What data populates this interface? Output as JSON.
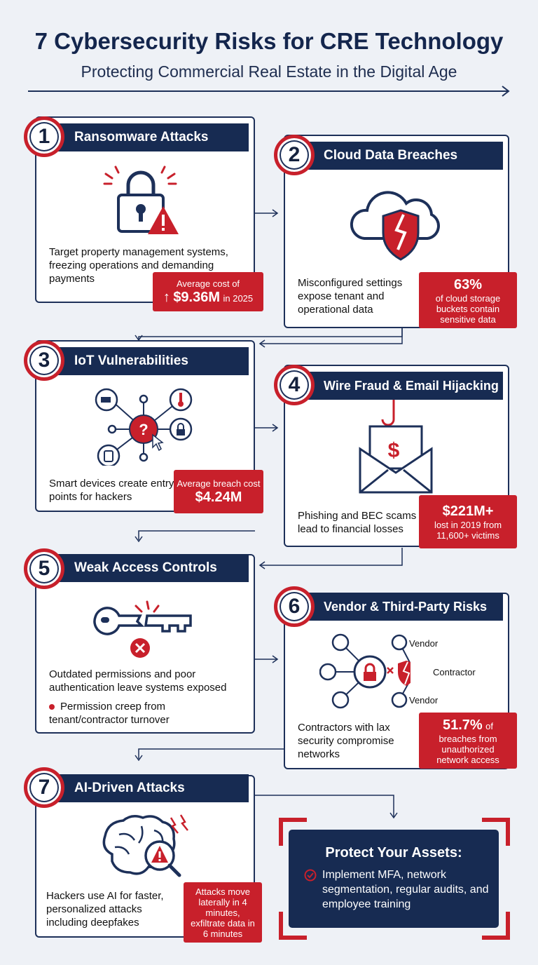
{
  "header": {
    "title": "7 Cybersecurity Risks for CRE Technology",
    "subtitle": "Protecting Commercial Real Estate in the Digital Age"
  },
  "colors": {
    "navy": "#172b52",
    "red": "#c8202b",
    "background": "#eef1f6"
  },
  "risks": [
    {
      "number": "1",
      "title": "Ransomware Attacks",
      "icon": "padlock-warning-icon",
      "description": "Target property management systems, freezing operations and demanding payments",
      "stat_label": "Average cost of",
      "stat_value": "$9.36M",
      "stat_suffix": "in 2025"
    },
    {
      "number": "2",
      "title": "Cloud Data Breaches",
      "icon": "cloud-broken-shield-icon",
      "description": "Misconfigured settings expose tenant and operational data",
      "stat_value": "63%",
      "stat_label": "of cloud storage buckets contain sensitive data"
    },
    {
      "number": "3",
      "title": "IoT Vulnerabilities",
      "icon": "iot-network-icon",
      "description": "Smart devices create entry points for hackers",
      "stat_label": "Average breach cost",
      "stat_value": "$4.24M"
    },
    {
      "number": "4",
      "title": "Wire Fraud & Email Hijacking",
      "icon": "phishing-envelope-icon",
      "description": "Phishing and BEC scams lead to financial losses",
      "stat_value": "$221M+",
      "stat_label": "lost in 2019 from 11,600+ victims"
    },
    {
      "number": "5",
      "title": "Weak Access Controls",
      "icon": "broken-key-icon",
      "description": "Outdated permissions and poor authentication leave systems exposed",
      "bullet": "Permission creep from tenant/contractor turnover"
    },
    {
      "number": "6",
      "title": "Vendor & Third-Party Risks",
      "icon": "vendor-network-icon",
      "description": "Contractors with lax security compromise networks",
      "nodes": [
        "Vendor",
        "Contractor",
        "Vendor"
      ],
      "stat_value": "51.7%",
      "stat_value_suffix": "of",
      "stat_label": "breaches from unauthorized network access"
    },
    {
      "number": "7",
      "title": "AI-Driven Attacks",
      "icon": "ai-brain-warning-icon",
      "description": "Hackers use AI for faster, personalized attacks including deepfakes",
      "stat_label": "Attacks move laterally in 4 minutes, exfiltrate data in 6 minutes"
    }
  ],
  "protect": {
    "title": "Protect Your Assets:",
    "text": "Implement MFA, network segmentation, regular audits, and employee training"
  }
}
